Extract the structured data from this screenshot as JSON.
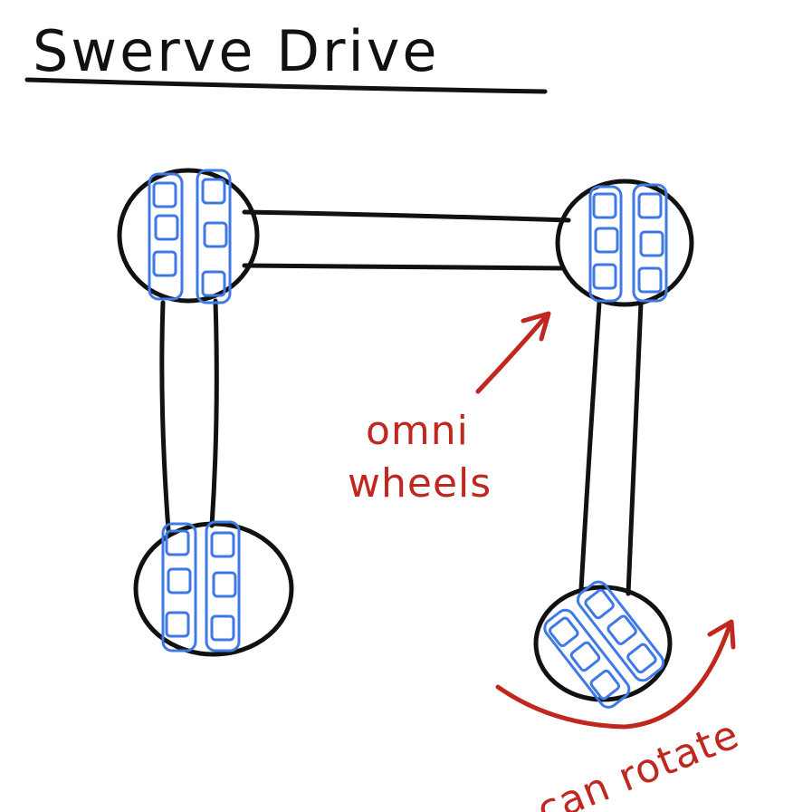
{
  "title": "Swerve Drive",
  "annotations": {
    "omni_line1": "omni",
    "omni_line2": "wheels",
    "rotate": "can rotate"
  },
  "colors": {
    "ink": "#111111",
    "wheel": "#3f79e6",
    "note": "#c0271f"
  }
}
